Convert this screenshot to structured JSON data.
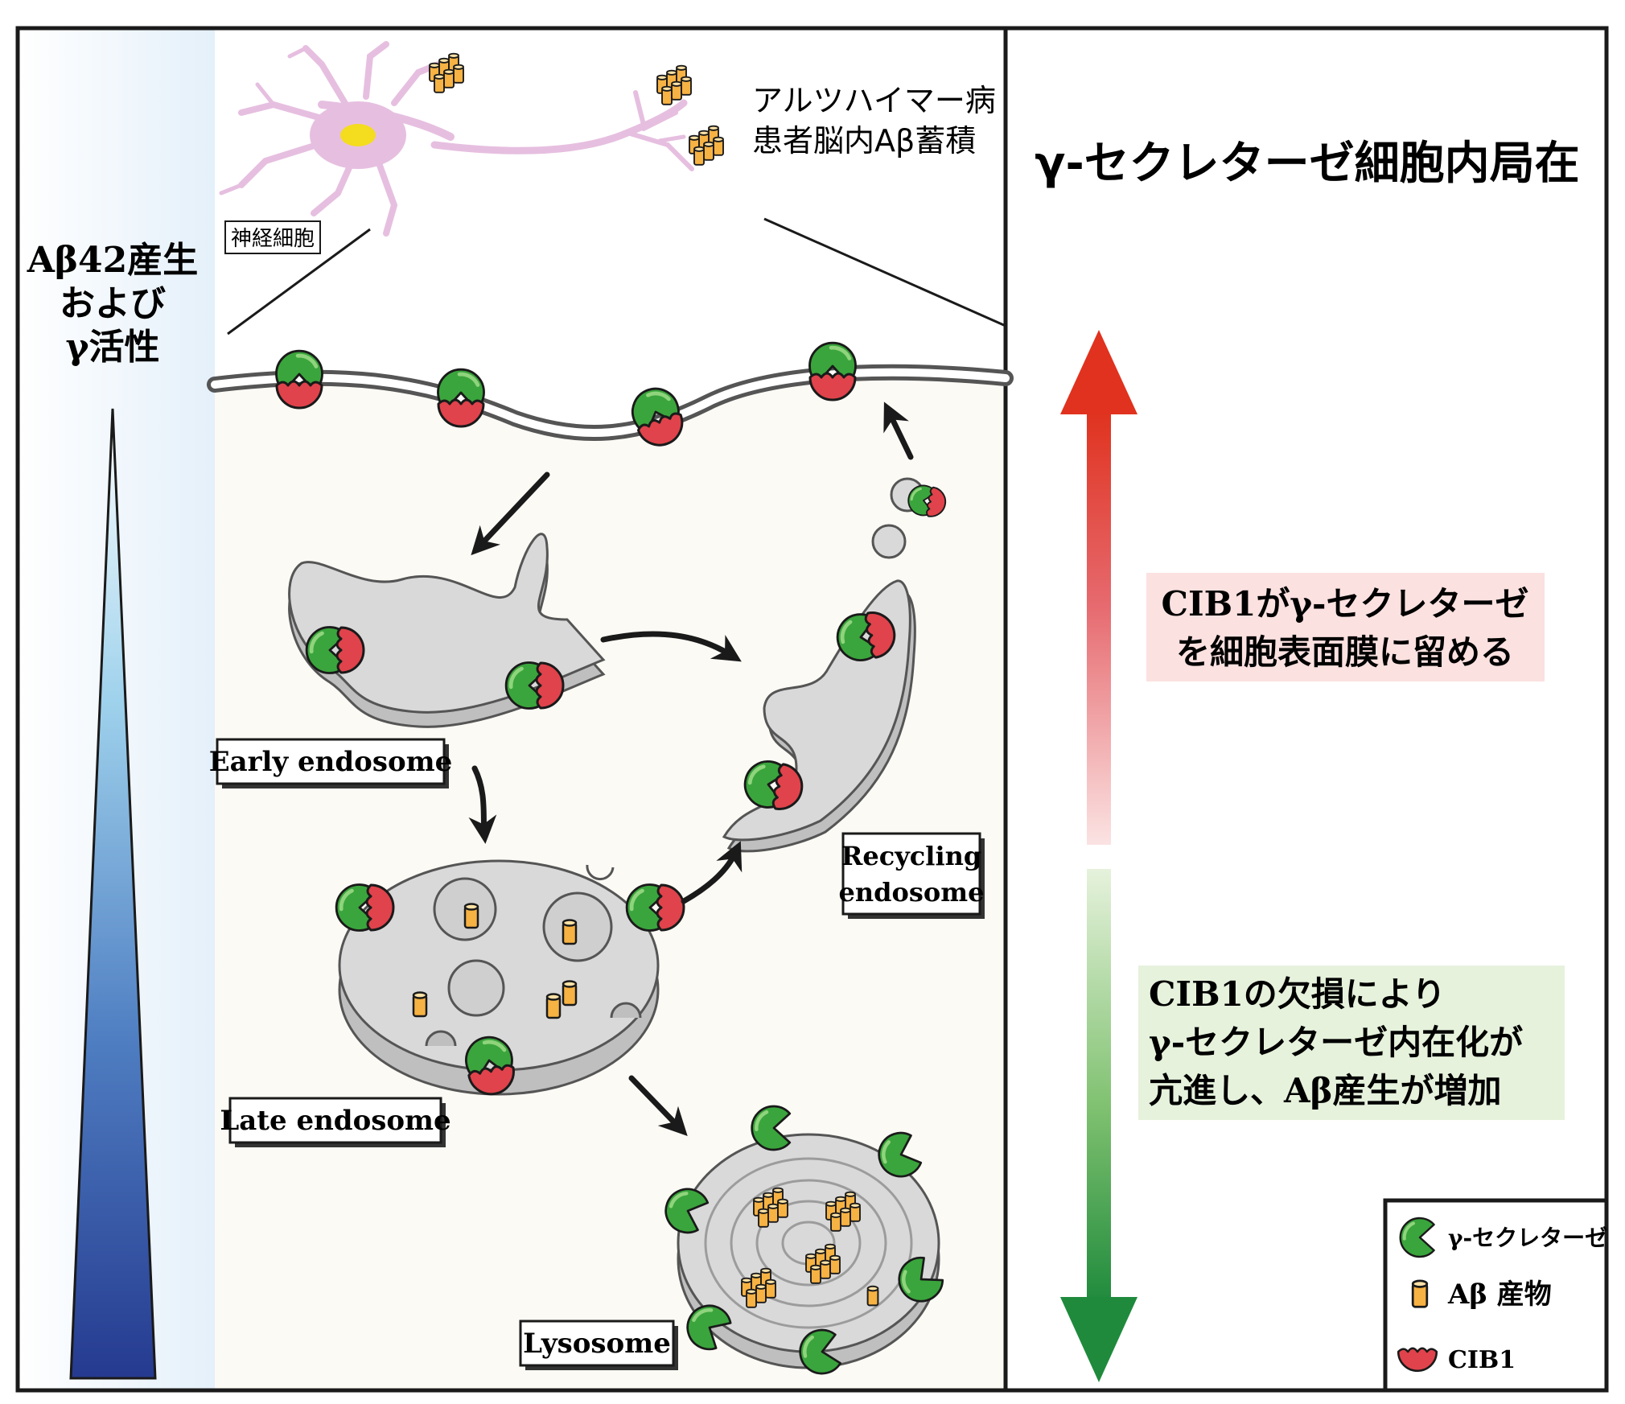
{
  "left_bar": {
    "line1": "Aβ42産生",
    "line2": "および",
    "line3": "γ活性"
  },
  "neuron": {
    "label": "神経細胞"
  },
  "brain_note": {
    "line1": "アルツハイマー病",
    "line2": "患者脳内Aβ蓄積"
  },
  "compartments": {
    "early": "Early endosome",
    "recycling_line1": "Recycling",
    "recycling_line2": "endosome",
    "late": "Late endosome",
    "lysosome": "Lysosome"
  },
  "right_panel": {
    "title": "γ-セクレターゼ細胞内局在",
    "red_box": {
      "line1": "CIB1がγ-セクレターゼ",
      "line2": "を細胞表面膜に留める"
    },
    "green_box": {
      "line1": "CIB1の欠損により",
      "line2": "γ-セクレターゼ内在化が",
      "line3": "亢進し、Aβ産生が増加"
    }
  },
  "legend": {
    "gamma": "γ-セクレターゼ",
    "abeta": "Aβ 産物",
    "cib1": "CIB1"
  },
  "colors": {
    "gamma_secretase": "#3aa53c",
    "cib1": "#e0434b",
    "abeta": "#f6b243",
    "increase_arrow": "#e0321e",
    "decrease_arrow": "#1f8a3c",
    "triangle": "#2b3d8f"
  }
}
